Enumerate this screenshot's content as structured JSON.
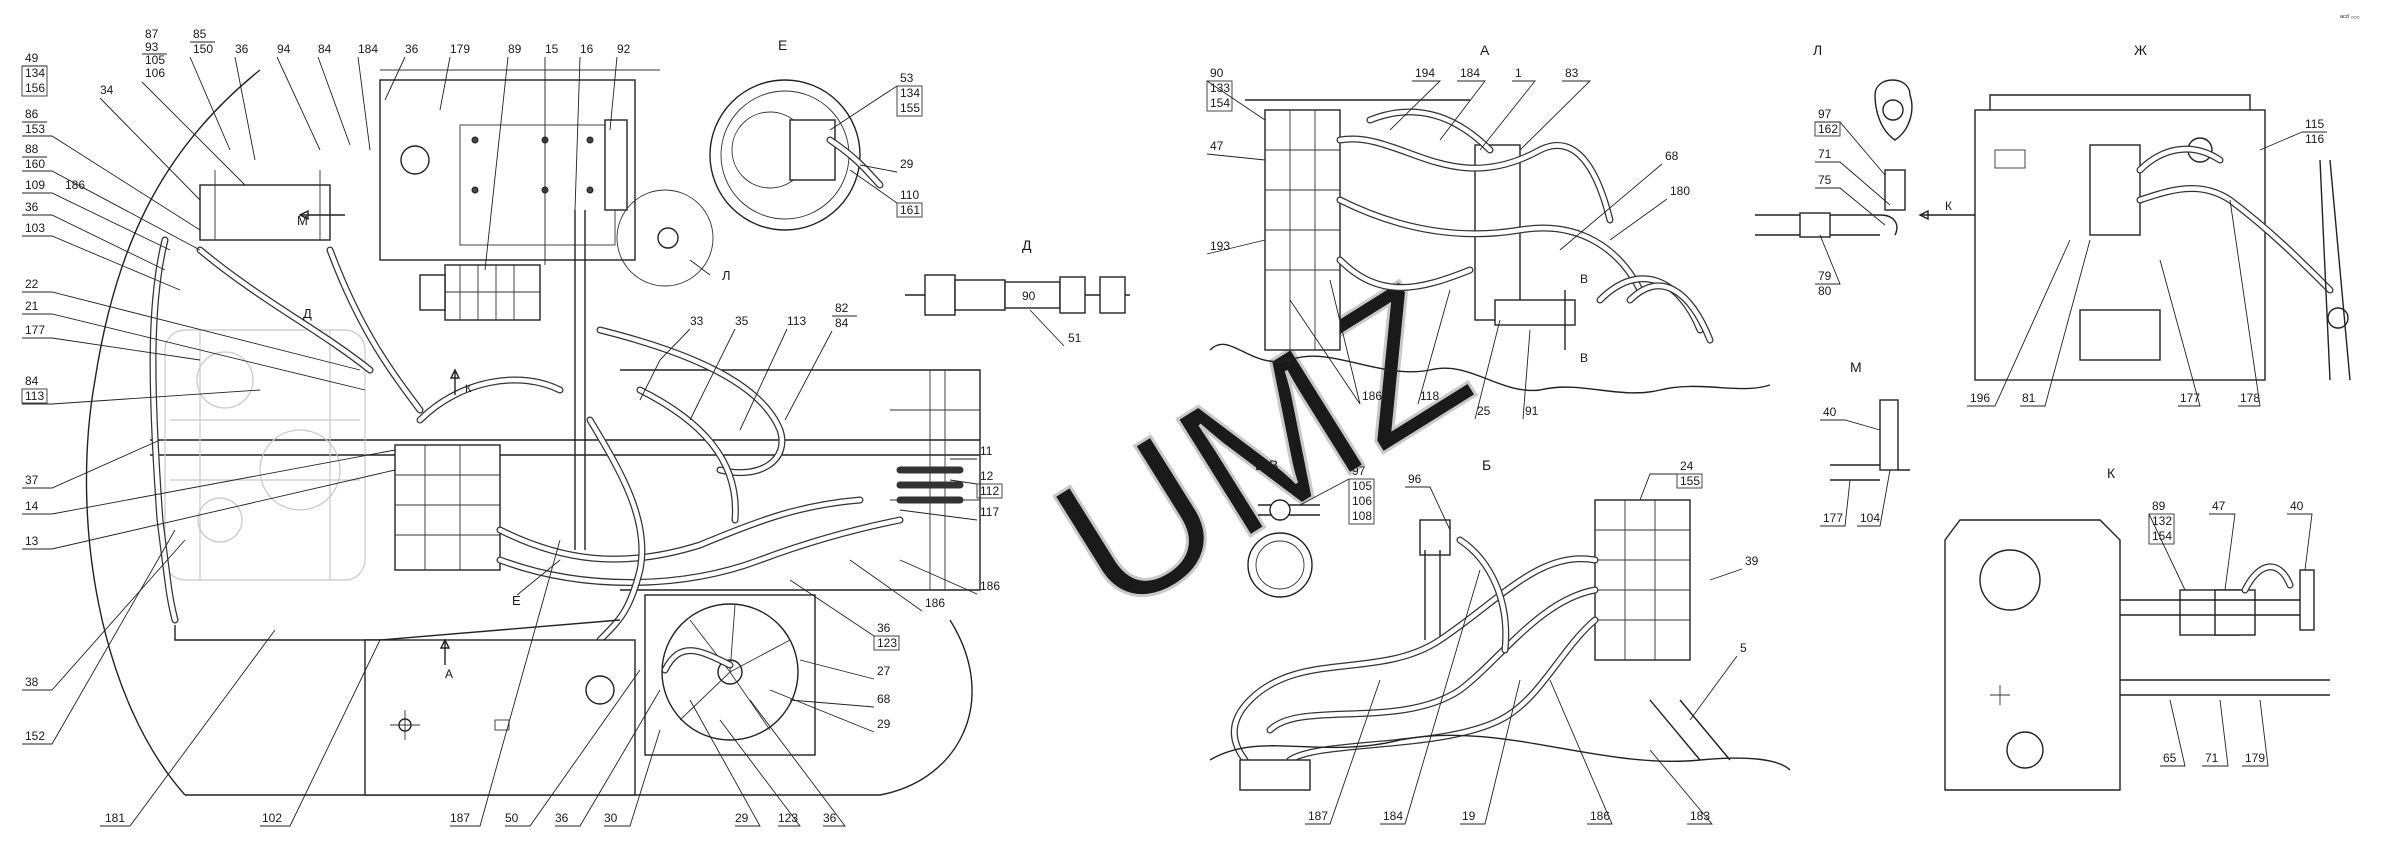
{
  "corner_mark": "ᵃᶜᵈ ▫▫▫",
  "watermark": "UMZ",
  "views": {
    "A": "А",
    "B": "Б",
    "E": "Е",
    "D": "Д",
    "L": "Л",
    "Zh": "Ж",
    "M": "М",
    "K": "К",
    "VV": "В-В"
  },
  "inline_labels": {
    "D": "Д",
    "E": "Е",
    "M": "М",
    "K_arrow": "К",
    "A_arrow": "А",
    "K_arrow2": "К",
    "V1": "В",
    "V2": "В",
    "L": "Л",
    "val_90": "90"
  },
  "callouts": {
    "main_left": [
      "49",
      "134",
      "156",
      "34",
      "86",
      "153",
      "88",
      "160",
      "109",
      "186",
      "36",
      "103",
      "22",
      "21",
      "177",
      "84",
      "113",
      "37",
      "14",
      "13",
      "38",
      "152",
      "181",
      "102"
    ],
    "main_top": [
      "87",
      "93",
      "105",
      "106",
      "85",
      "150",
      "36",
      "94",
      "84",
      "184",
      "36",
      "179",
      "89",
      "15",
      "16",
      "92"
    ],
    "main_mid": [
      "33",
      "35",
      "113",
      "82",
      "84",
      "11",
      "12",
      "112",
      "117",
      "186",
      "186",
      "36",
      "123",
      "27",
      "68",
      "29",
      "187",
      "50",
      "36",
      "30",
      "29",
      "123",
      "36"
    ],
    "view_e": [
      "53",
      "134",
      "155",
      "29",
      "110",
      "161"
    ],
    "view_d": [
      "51"
    ],
    "view_a": [
      "90",
      "133",
      "154",
      "194",
      "184",
      "1",
      "83",
      "47",
      "68",
      "180",
      "193",
      "186",
      "118",
      "25",
      "91"
    ],
    "view_vv": [
      "97",
      "105",
      "106",
      "108"
    ],
    "view_b": [
      "96",
      "24",
      "155",
      "39",
      "5",
      "187",
      "184",
      "19",
      "186",
      "183"
    ],
    "view_l": [
      "97",
      "162",
      "71",
      "75",
      "79",
      "80"
    ],
    "view_m": [
      "40",
      "177",
      "104"
    ],
    "view_zh": [
      "115",
      "116",
      "196",
      "81",
      "177",
      "178"
    ],
    "view_k": [
      "89",
      "132",
      "154",
      "47",
      "40",
      "65",
      "71",
      "179"
    ]
  }
}
